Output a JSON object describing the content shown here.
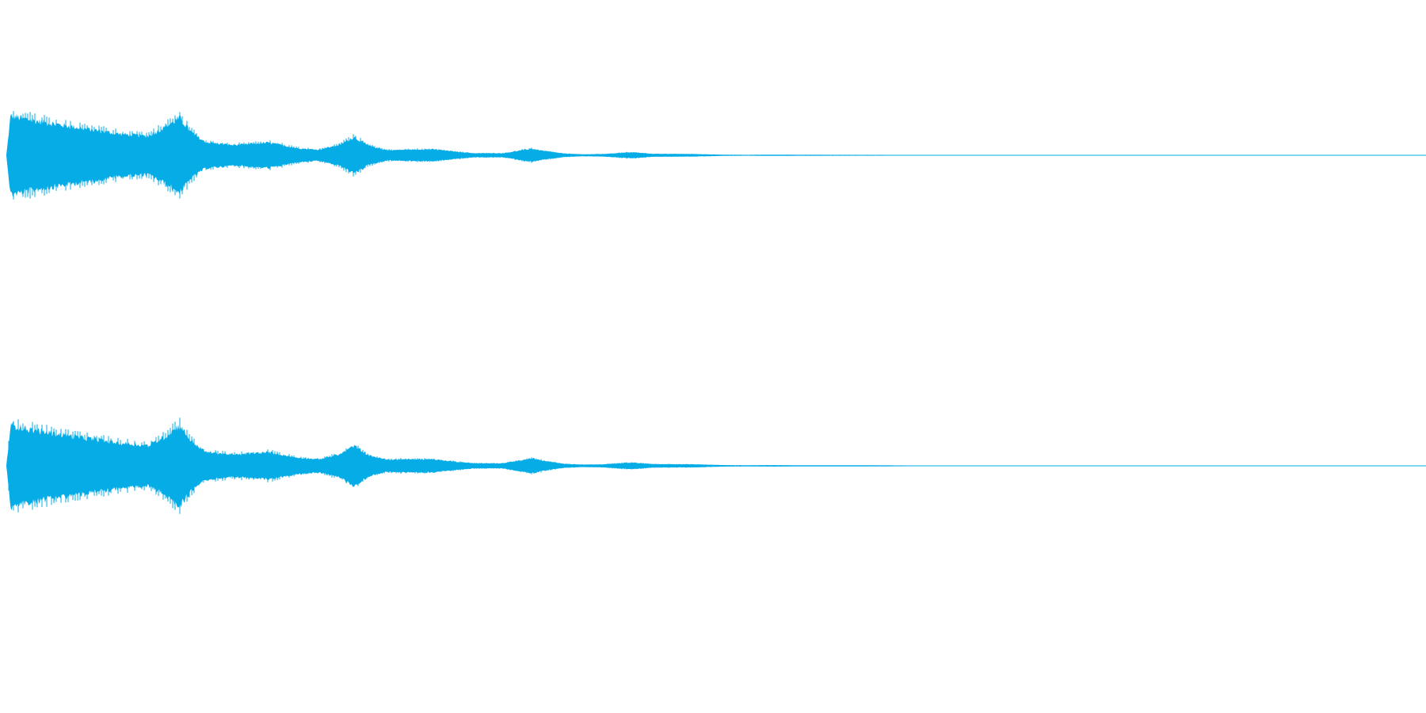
{
  "colors": {
    "waveform": "#06ace5",
    "background": "#ffffff"
  },
  "chart_data": {
    "type": "area",
    "title": "",
    "xlabel": "",
    "ylabel": "",
    "grid": false,
    "legend": "none",
    "x_range": [
      0,
      1
    ],
    "ylim": [
      -1,
      1
    ],
    "series": [
      {
        "envelope_x": [
          0.0,
          0.003,
          0.02,
          0.05,
          0.08,
          0.1,
          0.112,
          0.122,
          0.13,
          0.14,
          0.16,
          0.185,
          0.205,
          0.22,
          0.235,
          0.245,
          0.255,
          0.268,
          0.28,
          0.3,
          0.317,
          0.33,
          0.35,
          0.37,
          0.38,
          0.393,
          0.405,
          0.42,
          0.44,
          0.455,
          0.485,
          0.505,
          0.52,
          0.54,
          0.555,
          0.6,
          0.62,
          0.7,
          0.8,
          1.0
        ],
        "envelope_y": [
          0.0,
          0.78,
          0.68,
          0.55,
          0.42,
          0.38,
          0.56,
          0.74,
          0.46,
          0.26,
          0.2,
          0.25,
          0.14,
          0.11,
          0.21,
          0.36,
          0.19,
          0.1,
          0.11,
          0.12,
          0.07,
          0.04,
          0.04,
          0.13,
          0.08,
          0.035,
          0.02,
          0.025,
          0.06,
          0.03,
          0.025,
          0.012,
          0.009,
          0.012,
          0.01,
          0.009,
          0.008,
          0.0,
          0.0,
          0.0
        ]
      },
      {
        "envelope_x": [
          0.0,
          0.003,
          0.02,
          0.05,
          0.08,
          0.1,
          0.112,
          0.122,
          0.13,
          0.14,
          0.16,
          0.185,
          0.205,
          0.22,
          0.235,
          0.245,
          0.255,
          0.268,
          0.28,
          0.3,
          0.317,
          0.33,
          0.35,
          0.37,
          0.38,
          0.393,
          0.405,
          0.42,
          0.44,
          0.455,
          0.485,
          0.505,
          0.52,
          0.54,
          0.555,
          0.6,
          0.62,
          0.7,
          0.8,
          1.0
        ],
        "envelope_y": [
          0.0,
          0.8,
          0.7,
          0.57,
          0.45,
          0.4,
          0.58,
          0.8,
          0.5,
          0.28,
          0.22,
          0.27,
          0.16,
          0.13,
          0.23,
          0.4,
          0.21,
          0.12,
          0.13,
          0.13,
          0.08,
          0.05,
          0.05,
          0.15,
          0.09,
          0.04,
          0.025,
          0.03,
          0.065,
          0.035,
          0.03,
          0.015,
          0.012,
          0.015,
          0.012,
          0.012,
          0.01,
          0.0,
          0.0,
          0.0
        ]
      }
    ]
  }
}
